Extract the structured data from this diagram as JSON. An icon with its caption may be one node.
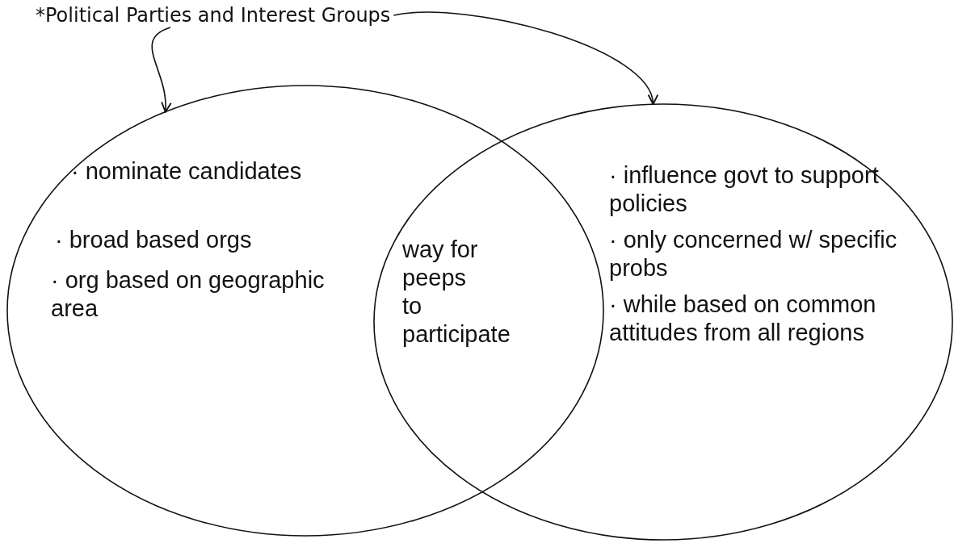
{
  "diagram": {
    "nodes": [
      {
        "text": [
          "*Political Parties and Interest Groups"
        ]
      },
      {
        "text": [
          "· nominate candidates",
          "· broad based orgs",
          "· org based on geographic area"
        ]
      },
      {
        "text": [
          "· influence govt to support policies",
          "· only concerned w/ specific probs",
          "· while based on common attitudes from all regions"
        ]
      }
    ],
    "edges": [
      {
        "from": 0,
        "to": 1,
        "arrow": "to"
      },
      {
        "from": 0,
        "to": 2,
        "arrow": "to"
      }
    ],
    "labels": [
      "way for peeps to participate"
    ]
  }
}
